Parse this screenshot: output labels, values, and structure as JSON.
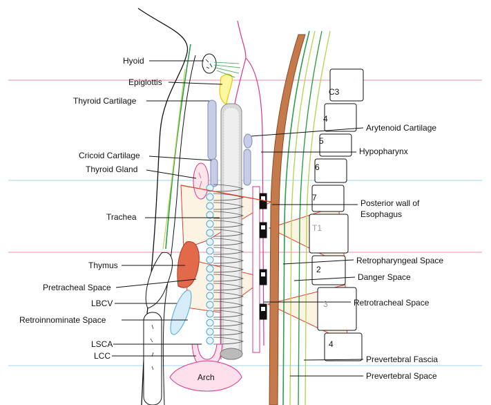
{
  "labels": {
    "hyoid": "Hyoid",
    "epiglottis": "Epiglottis",
    "thyroid_cartilage": "Thyroid Cartilage",
    "cricoid_cartilage": "Cricoid Cartilage",
    "thyroid_gland": "Thyroid Gland",
    "trachea": "Trachea",
    "thymus": "Thymus",
    "pretracheal_space": "Pretracheal Space",
    "lbcv": "LBCV",
    "retroinnominate_space": "Retroinnominate Space",
    "lsca": "LSCA",
    "lcc": "LCC",
    "arch": "Arch",
    "arytenoid_cartilage": "Arytenoid Cartilage",
    "hypopharynx": "Hypopharynx",
    "posterior_wall_line1": "Posterior wall of",
    "posterior_wall_line2": "Esophagus",
    "retropharyngeal_space": "Retropharyngeal Space",
    "danger_space": "Danger Space",
    "retrotracheal_space": "Retrotracheal Space",
    "prevertebral_fascia": "Prevertebral Fascia",
    "prevertebral_space": "Prevertebral Space"
  },
  "vertebrae": [
    "C3",
    "4",
    "5",
    "6",
    "7",
    "T1",
    "2",
    "3",
    "4"
  ],
  "colors": {
    "pink_line": "#e98cab",
    "blue_line": "#9fd3ef",
    "green": "#2e9e4a",
    "lime": "#b6d55a",
    "orange_brown": "#c47a4a",
    "red_outline": "#e0402a",
    "cream": "#fdf3e3",
    "cartilage": "#c7cde6",
    "thymus": "#e26a4a",
    "magenta": "#d8338a"
  }
}
